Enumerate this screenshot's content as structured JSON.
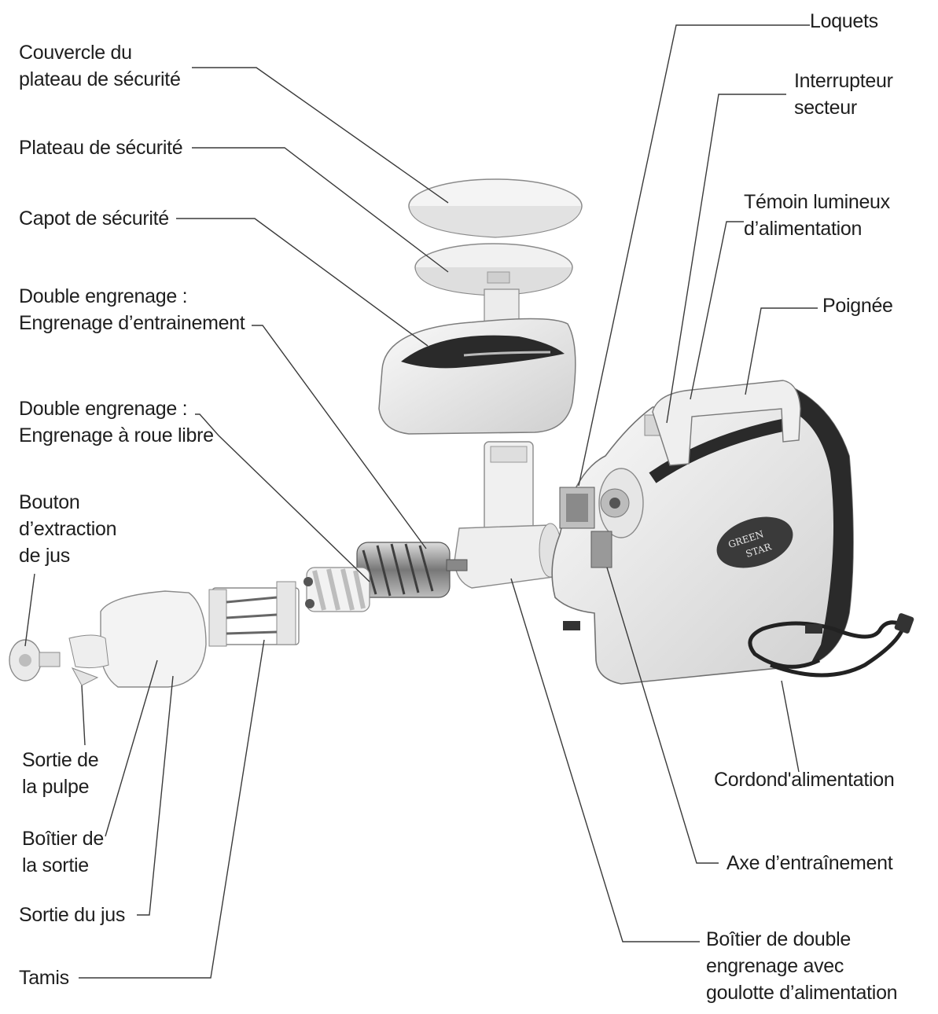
{
  "labels": {
    "loquets": [
      "Loquets"
    ],
    "couvercle": [
      "Couvercle du",
      "plateau de sécurité"
    ],
    "interrupteur": [
      "Interrupteur",
      "secteur"
    ],
    "plateau": [
      "Plateau de sécurité"
    ],
    "temoin": [
      "Témoin lumineux",
      "d’alimentation"
    ],
    "capot": [
      "Capot de sécurité"
    ],
    "poignee": [
      "Poignée"
    ],
    "engrenage_entrainement": [
      "Double engrenage :",
      "Engrenage d’entrainement"
    ],
    "engrenage_roue_libre": [
      "Double engrenage :",
      "Engrenage à roue libre"
    ],
    "bouton": [
      "Bouton",
      "d’extraction",
      "de jus"
    ],
    "cordon": [
      "Cordond'alimentation"
    ],
    "sortie_pulpe": [
      "Sortie de",
      "la pulpe"
    ],
    "boitier_sortie": [
      "Boîtier de",
      "la sortie"
    ],
    "axe": [
      "Axe d’entraînement"
    ],
    "sortie_jus": [
      "Sortie du jus"
    ],
    "boitier_engrenage": [
      "Boîtier de double",
      "engrenage avec",
      "goulotte d’alimentation"
    ],
    "tamis": [
      "Tamis"
    ]
  },
  "brand_logo": [
    "GREEN",
    "STAR"
  ],
  "colors": {
    "ink": "#1e1e1e",
    "leader": "#3a3a3a",
    "body": "#e6e6e6",
    "dark_trim": "#2a2a2a"
  }
}
